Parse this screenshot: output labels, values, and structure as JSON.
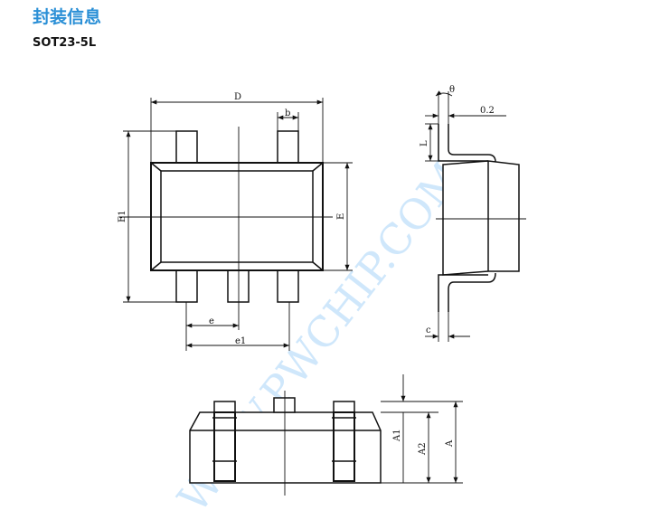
{
  "section_title": "封装信息",
  "package_name": "SOT23-5L",
  "dimension_labels": {
    "D": "D",
    "b": "b",
    "E1": "E1",
    "E": "E",
    "e": "e",
    "e1": "e1",
    "theta": "θ",
    "gauge": "0.2",
    "L": "L",
    "c": "c",
    "A1": "A1",
    "A2": "A2",
    "A": "A"
  },
  "watermark": "WWW.PWCHIP.COM"
}
